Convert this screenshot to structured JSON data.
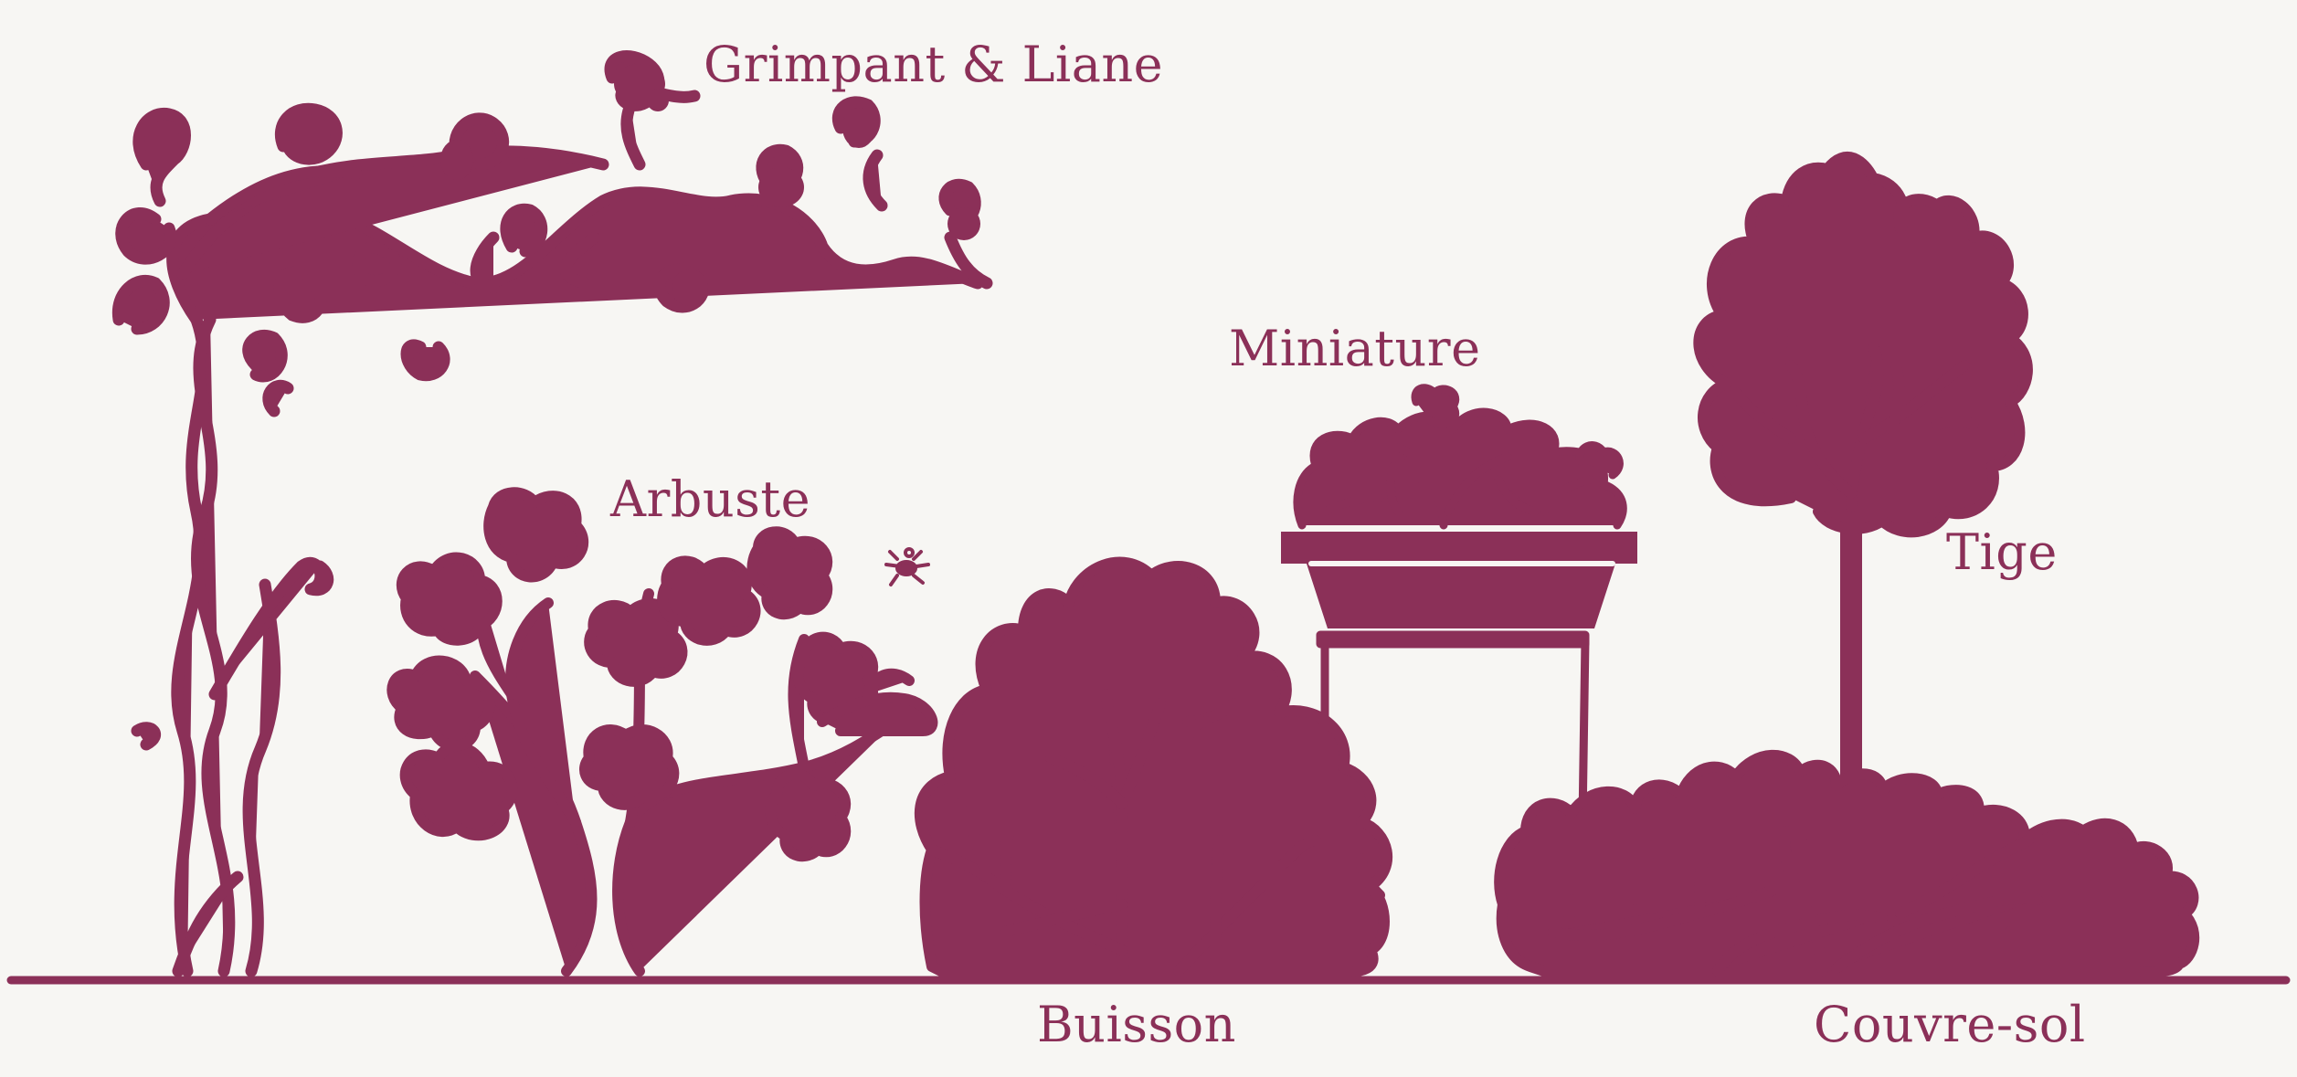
{
  "colors": {
    "ink": "#8b3058",
    "background": "#f7f6f3"
  },
  "labels": {
    "climber": "Grimpant & Liane",
    "shrub": "Arbuste",
    "miniature": "Miniature",
    "standard": "Tige",
    "bush": "Buisson",
    "groundcover": "Couvre-sol"
  },
  "icons": {
    "climber": "climbing-vine-icon",
    "shrub": "shrub-rose-icon",
    "bush": "bush-rose-icon",
    "miniature": "potted-miniature-rose-icon",
    "standard": "standard-tree-rose-icon",
    "groundcover": "groundcover-rose-icon"
  }
}
